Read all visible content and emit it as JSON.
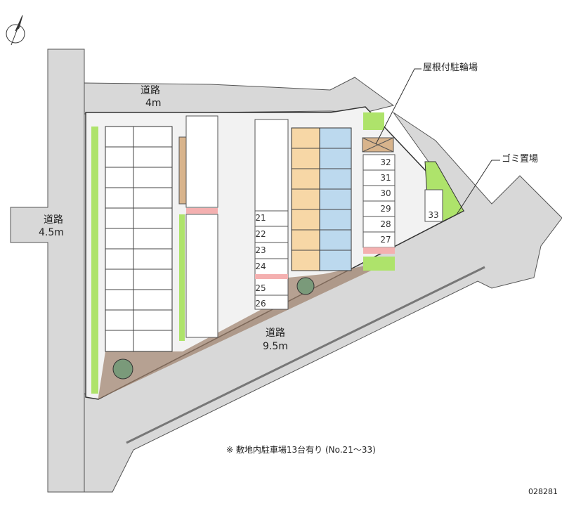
{
  "map": {
    "roads": {
      "top": {
        "name": "道路",
        "width": "4m"
      },
      "left": {
        "name": "道路",
        "width": "4.5m"
      },
      "main": {
        "name": "道路",
        "width": "9.5m"
      }
    },
    "callouts": {
      "bicycle_parking": "屋根付駐輪場",
      "garbage": "ゴミ置場"
    },
    "stalls_middle": [
      "21",
      "22",
      "23",
      "24",
      "25",
      "26"
    ],
    "stalls_right": [
      "32",
      "31",
      "30",
      "29",
      "28",
      "27"
    ],
    "stall_separate": "33",
    "note": "※ 敷地内駐車場13台有り (No.21〜33)",
    "id_code": "028281",
    "compass": "N"
  }
}
